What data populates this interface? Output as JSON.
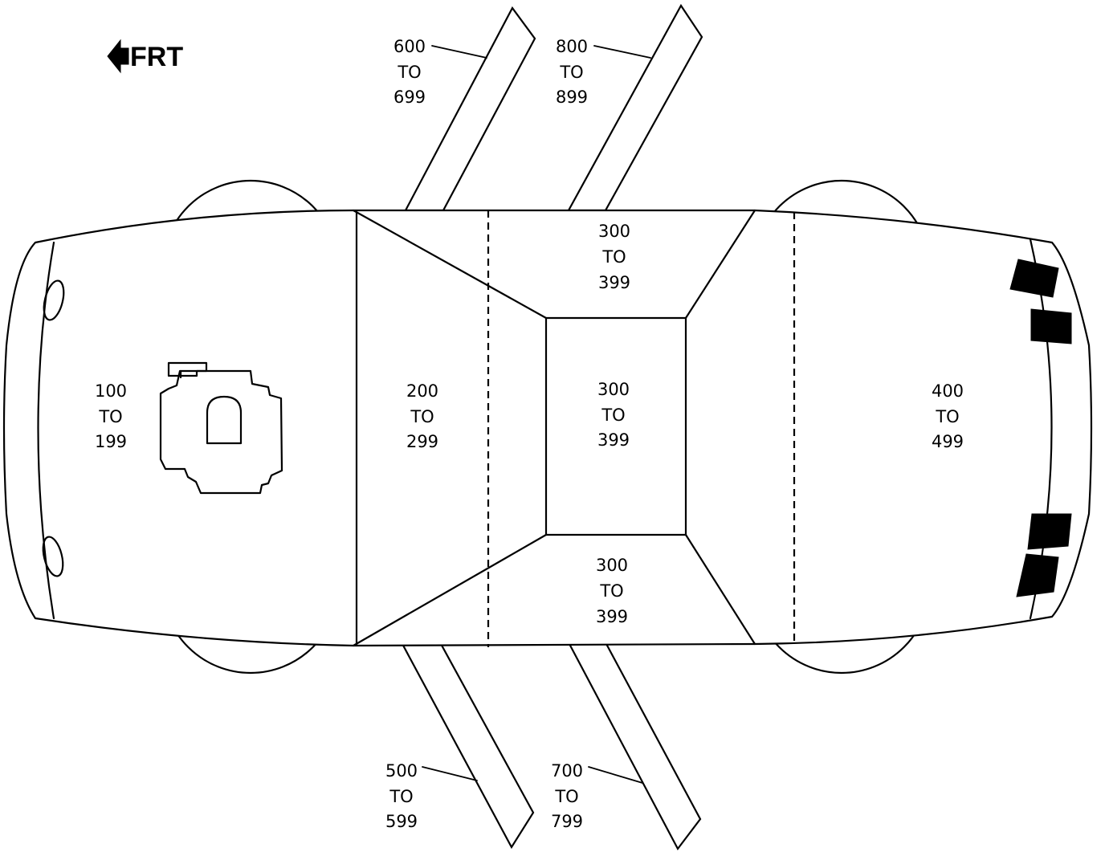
{
  "front_indicator": {
    "label": "FRT",
    "icon": "left-arrow-icon"
  },
  "zones": {
    "z100": {
      "start": "100",
      "to": "TO",
      "end": "199"
    },
    "z200": {
      "start": "200",
      "to": "TO",
      "end": "299"
    },
    "z300_top": {
      "start": "300",
      "to": "TO",
      "end": "399"
    },
    "z300_center": {
      "start": "300",
      "to": "TO",
      "end": "399"
    },
    "z300_bottom": {
      "start": "300",
      "to": "TO",
      "end": "399"
    },
    "z400": {
      "start": "400",
      "to": "TO",
      "end": "499"
    },
    "z500": {
      "start": "500",
      "to": "TO",
      "end": "599"
    },
    "z600": {
      "start": "600",
      "to": "TO",
      "end": "699"
    },
    "z700": {
      "start": "700",
      "to": "TO",
      "end": "799"
    },
    "z800": {
      "start": "800",
      "to": "TO",
      "end": "899"
    }
  },
  "colors": {
    "line": "#000000",
    "background": "#ffffff"
  }
}
